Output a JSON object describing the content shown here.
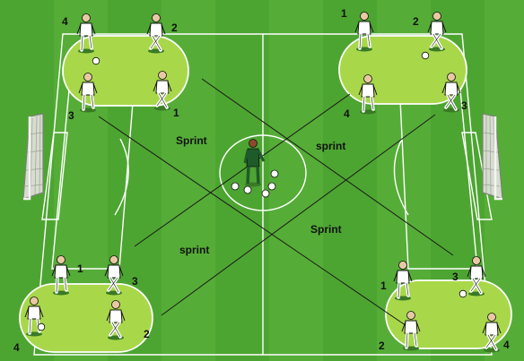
{
  "labels": {
    "group_top_left": {
      "player_a": "4",
      "player_b": "2",
      "player_c": "3",
      "player_d": "1"
    },
    "group_top_right": {
      "player_a": "1",
      "player_b": "2",
      "player_c": "4",
      "player_d": "3"
    },
    "group_bottom_left": {
      "player_a": "1",
      "player_b": "3",
      "player_c": "4",
      "player_d": "2"
    },
    "group_bottom_right": {
      "player_a": "1",
      "player_b": "3",
      "player_c": "2",
      "player_d": "4"
    },
    "runs": {
      "top_left": "Sprint",
      "top_right": "sprint",
      "bottom_left": "sprint",
      "bottom_right": "Sprint"
    }
  },
  "colors": {
    "grass": "#4da531",
    "grass_light": "#5cb53d",
    "zone": "#a8d84a",
    "lines": "#ffffff",
    "kit": "#ffffff",
    "coach": "#1f5a2a"
  }
}
